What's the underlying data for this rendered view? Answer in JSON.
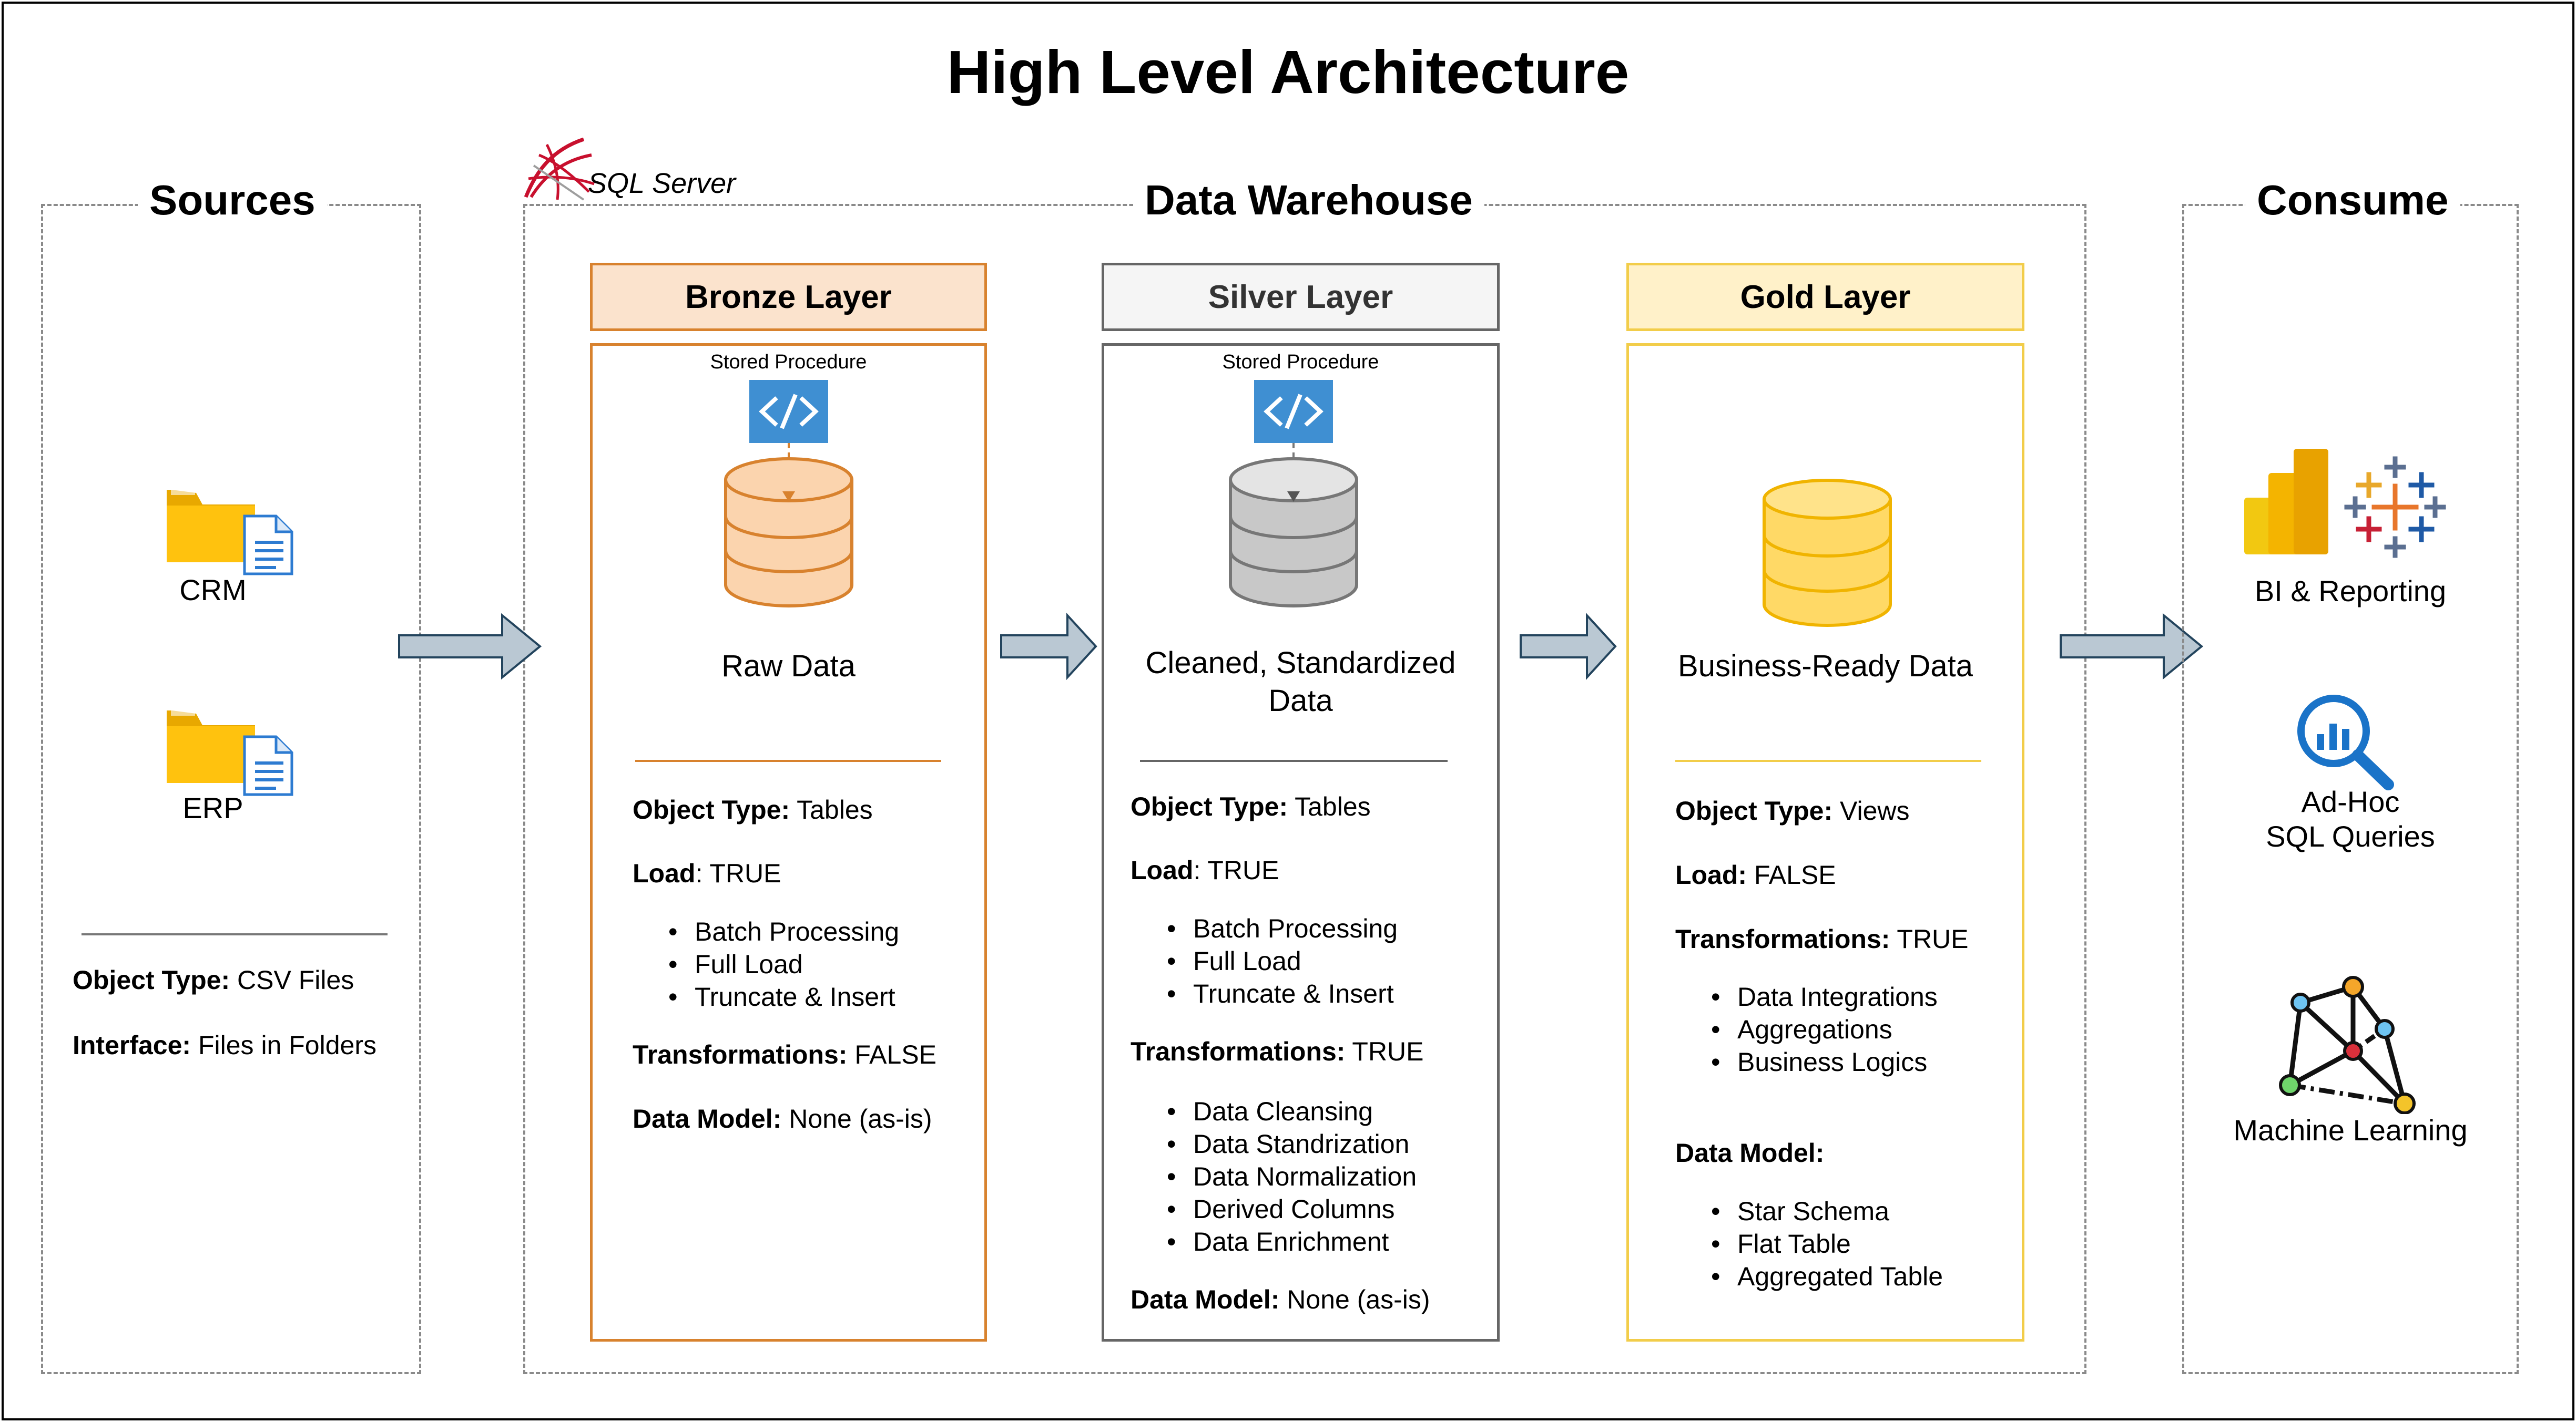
{
  "title": "High Level Architecture",
  "sources": {
    "title": "Sources",
    "items": [
      "CRM",
      "ERP"
    ],
    "object_type_label": "Object Type:",
    "object_type_value": "CSV Files",
    "interface_label": "Interface:",
    "interface_value": "Files in Folders"
  },
  "warehouse": {
    "title": "Data Warehouse",
    "platform": "SQL Server",
    "stored_procedure": "Stored Procedure",
    "bronze": {
      "name": "Bronze Layer",
      "caption": "Raw Data",
      "object_type_label": "Object Type:",
      "object_type_value": "Tables",
      "load_label": "Load",
      "load_value": ": TRUE",
      "load_items": [
        "Batch Processing",
        "Full Load",
        "Truncate & Insert"
      ],
      "transformations_label": "Transformations:",
      "transformations_value": "FALSE",
      "data_model_label": "Data Model:",
      "data_model_value": "None (as-is)",
      "header_bg": "#fbe3cd",
      "border": "#d8822e",
      "db_fill": "#fbd4ae",
      "db_stroke": "#d8822e"
    },
    "silver": {
      "name": "Silver Layer",
      "caption_line1": "Cleaned, Standardized",
      "caption_line2": "Data",
      "object_type_label": "Object Type:",
      "object_type_value": "Tables",
      "load_label": "Load",
      "load_value": ": TRUE",
      "load_items": [
        "Batch Processing",
        "Full Load",
        "Truncate & Insert"
      ],
      "transformations_label": "Transformations:",
      "transformations_value": "TRUE",
      "transformation_items": [
        "Data Cleansing",
        "Data Standrization",
        "Data Normalization",
        "Derived Columns",
        "Data Enrichment"
      ],
      "data_model_label": "Data Model:",
      "data_model_value": "None (as-is)",
      "header_bg": "#f5f5f5",
      "border": "#666666",
      "db_fill": "#d0d0d0",
      "db_stroke": "#777777"
    },
    "gold": {
      "name": "Gold Layer",
      "caption": "Business-Ready Data",
      "object_type_label": "Object Type:",
      "object_type_value": "Views",
      "load_label": "Load:",
      "load_value": "FALSE",
      "transformations_label": "Transformations:",
      "transformations_value": "TRUE",
      "transformation_items": [
        "Data Integrations",
        "Aggregations",
        "Business Logics"
      ],
      "data_model_label": "Data Model:",
      "data_model_items": [
        "Star Schema",
        "Flat Table",
        "Aggregated Table"
      ],
      "header_bg": "#fff1c9",
      "border": "#f2cd4a",
      "db_fill": "#ffd966",
      "db_stroke": "#f0b400"
    }
  },
  "consume": {
    "title": "Consume",
    "bi": "BI & Reporting",
    "adhoc_line1": "Ad-Hoc",
    "adhoc_line2": "SQL Queries",
    "ml": "Machine Learning"
  },
  "colors": {
    "arrow_fill": "#bac8d3",
    "arrow_stroke": "#23445d",
    "sp_icon": "#3f8fd2",
    "folder": "#ffc20e"
  }
}
